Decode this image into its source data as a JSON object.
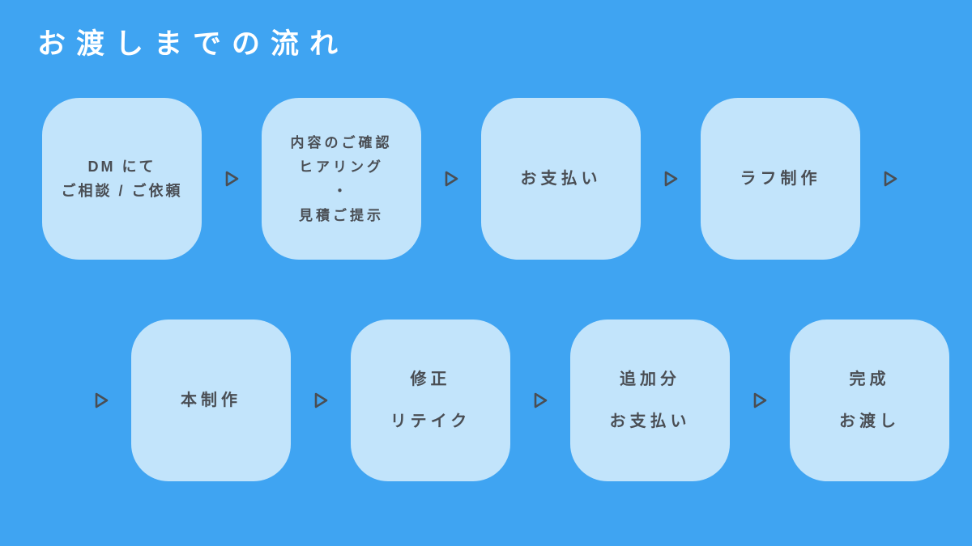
{
  "title": "お渡しまでの流れ",
  "colors": {
    "background": "#3fa4f2",
    "box": "#c2e4fb",
    "text": "#4a4e54",
    "title": "#ffffff",
    "arrow": "#4a4e54"
  },
  "steps": [
    {
      "name": "dm-consultation",
      "lines": [
        "DM にて",
        "ご相談 / ご依頼"
      ]
    },
    {
      "name": "content-confirmation",
      "lines": [
        "内容のご確認",
        "ヒアリング",
        "・",
        "見積ご提示"
      ]
    },
    {
      "name": "payment",
      "lines": [
        "お支払い"
      ]
    },
    {
      "name": "rough-production",
      "lines": [
        "ラフ制作"
      ]
    },
    {
      "name": "final-production",
      "lines": [
        "本制作"
      ]
    },
    {
      "name": "revision-retake",
      "lines": [
        "修正",
        "リテイク"
      ]
    },
    {
      "name": "additional-payment",
      "lines": [
        "追加分",
        "お支払い"
      ]
    },
    {
      "name": "completion-delivery",
      "lines": [
        "完成",
        "お渡し"
      ]
    }
  ],
  "arrow": {
    "icon": "triangle-right"
  }
}
